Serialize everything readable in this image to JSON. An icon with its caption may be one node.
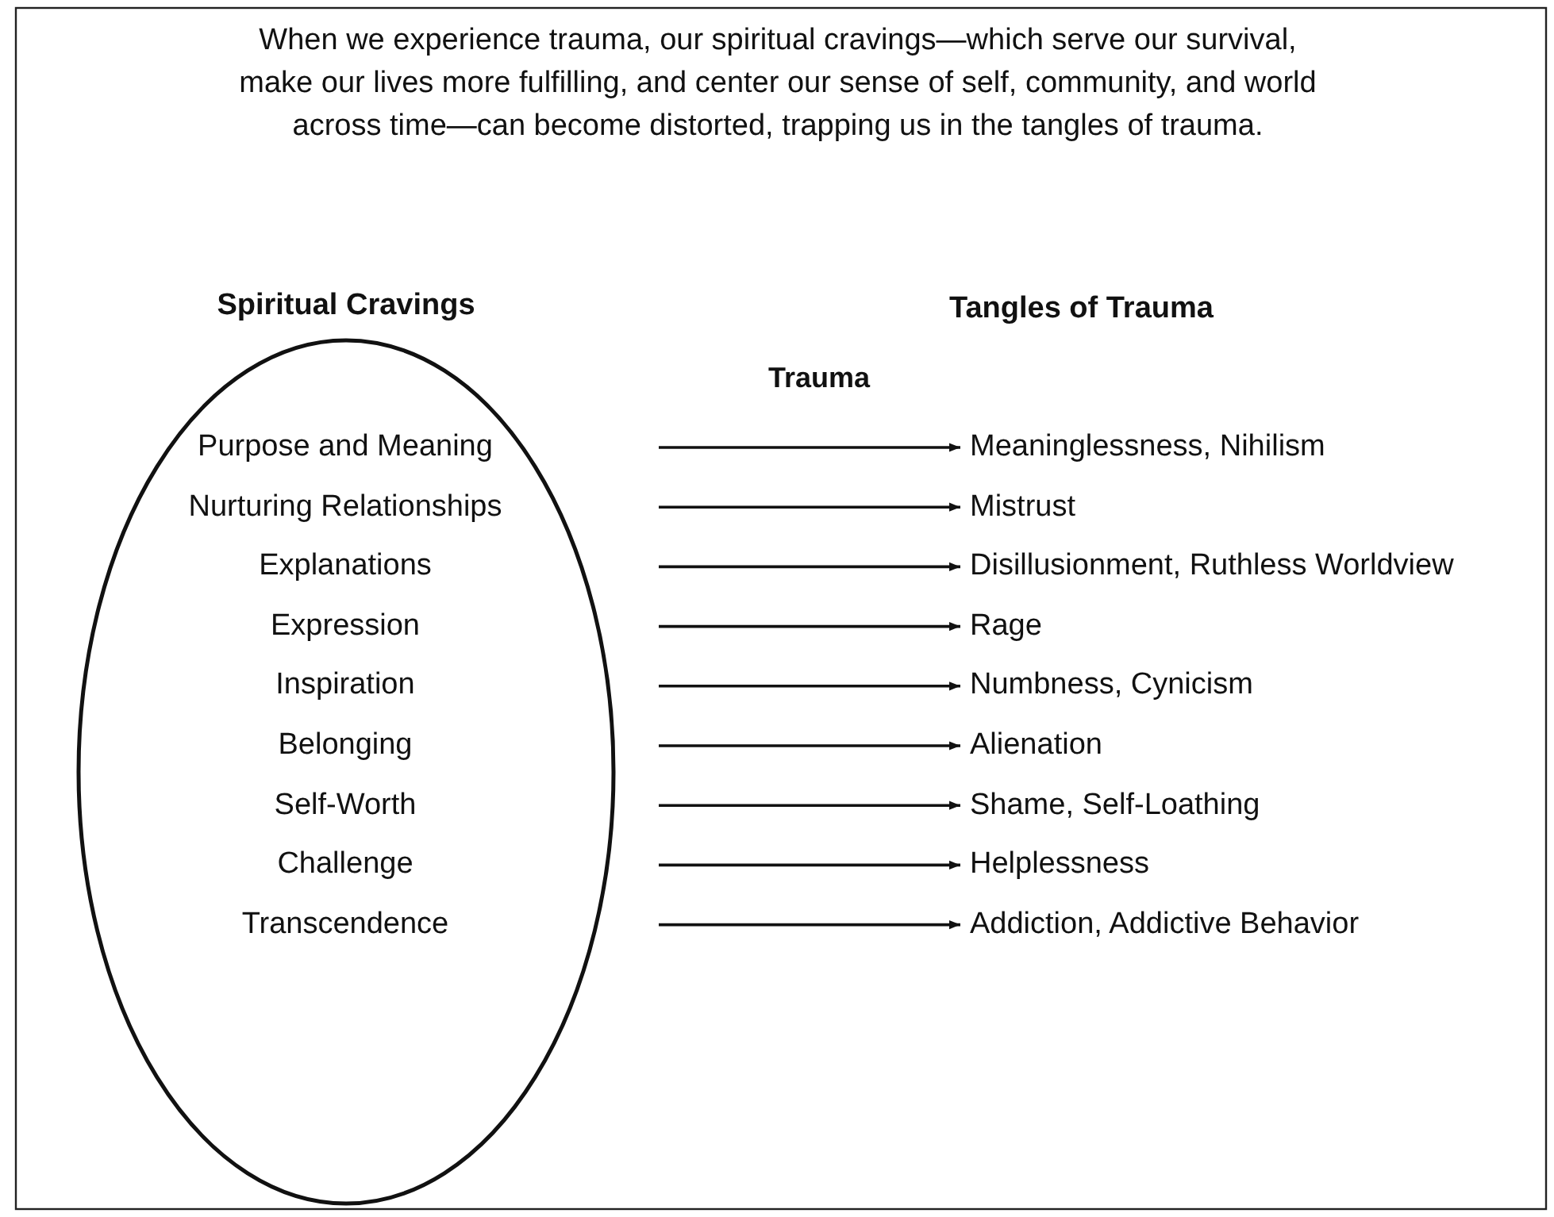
{
  "diagram": {
    "title": "When we experience trauma, our spiritual cravings—which serve our survival, make our lives more fulfilling, and center our sense of self, community, and world across time—can become distorted, trapping us in the tangles of trauma.",
    "nodes": [
      {
        "text": [
          "Spiritual Cravings"
        ]
      },
      {
        "text": [
          "Purpose and Meaning"
        ],
        "in": 0
      },
      {
        "text": [
          "Nurturing Relationships"
        ],
        "in": 0
      },
      {
        "text": [
          "Explanations"
        ],
        "in": 0
      },
      {
        "text": [
          "Expression"
        ],
        "in": 0
      },
      {
        "text": [
          "Inspiration"
        ],
        "in": 0
      },
      {
        "text": [
          "Belonging"
        ],
        "in": 0
      },
      {
        "text": [
          "Self-Worth"
        ],
        "in": 0
      },
      {
        "text": [
          "Challenge"
        ],
        "in": 0
      },
      {
        "text": [
          "Transcendence"
        ],
        "in": 0
      },
      {
        "text": [
          "Meaninglessness, Nihilism"
        ]
      },
      {
        "text": [
          "Mistrust"
        ]
      },
      {
        "text": [
          "Disillusionment, Ruthless Worldview"
        ]
      },
      {
        "text": [
          "Rage"
        ]
      },
      {
        "text": [
          "Numbness, Cynicism"
        ]
      },
      {
        "text": [
          "Alienation"
        ]
      },
      {
        "text": [
          "Shame, Self-Loathing"
        ]
      },
      {
        "text": [
          "Helplessness"
        ]
      },
      {
        "text": [
          "Addiction, Addictive Behavior"
        ]
      }
    ],
    "edges": [
      {
        "from": null,
        "to": 10,
        "arrow": "to"
      },
      {
        "from": null,
        "to": 11,
        "arrow": "to"
      },
      {
        "from": null,
        "to": 12,
        "arrow": "to"
      },
      {
        "from": null,
        "to": 13,
        "arrow": "to"
      },
      {
        "from": null,
        "to": 14,
        "arrow": "to"
      },
      {
        "from": null,
        "to": 15,
        "arrow": "to"
      },
      {
        "from": null,
        "to": 16,
        "arrow": "to"
      },
      {
        "from": null,
        "to": 17,
        "arrow": "to"
      },
      {
        "from": null,
        "to": 18,
        "arrow": "to"
      }
    ],
    "labels": [
      "Tangles of Trauma",
      "Trauma"
    ]
  }
}
